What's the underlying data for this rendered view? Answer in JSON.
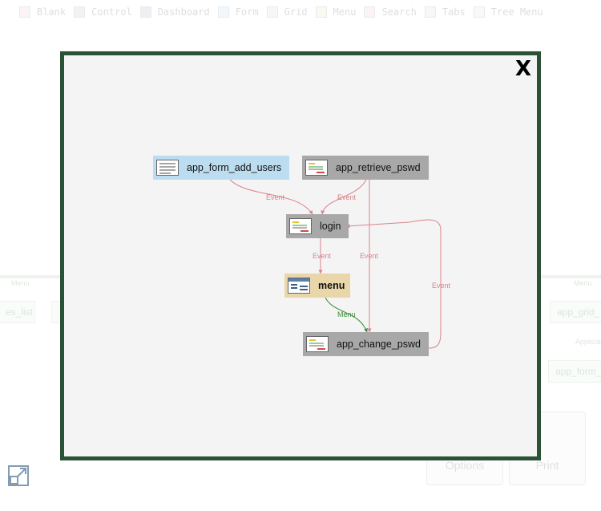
{
  "legend": [
    {
      "label": "Blank",
      "color": "#f2b6c6"
    },
    {
      "label": "Control",
      "color": "#b0b0b0"
    },
    {
      "label": "Dashboard",
      "color": "#9aa0b4"
    },
    {
      "label": "Form",
      "color": "#b4d4ee"
    },
    {
      "label": "Grid",
      "color": "#bfe0b8"
    },
    {
      "label": "Menu",
      "color": "#efd9b0"
    },
    {
      "label": "Search",
      "color": "#f2b6c6"
    },
    {
      "label": "Tabs",
      "color": "#d0d0d0"
    },
    {
      "label": "Tree Menu",
      "color": "#d8e6c8"
    }
  ],
  "background": {
    "left_node": "es_list",
    "right_node_1": "app_grid_",
    "right_node_2": "app_form_",
    "tag_menu_left": "Menu",
    "tag_menu_right": "Menu",
    "tag_application": "Application",
    "options_button": "Options",
    "print_button": "Print"
  },
  "modal": {
    "close_label": "X",
    "nodes": {
      "form_add_users": {
        "label": "app_form_add_users",
        "type": "Form",
        "icon": "form-icon"
      },
      "retrieve_pswd": {
        "label": "app_retrieve_pswd",
        "type": "Control",
        "icon": "control-icon"
      },
      "login": {
        "label": "login",
        "type": "Control",
        "icon": "control-icon"
      },
      "menu": {
        "label": "menu",
        "type": "Menu",
        "icon": "menu-icon"
      },
      "change_pswd": {
        "label": "app_change_pswd",
        "type": "Control",
        "icon": "control-icon"
      }
    },
    "edges": [
      {
        "from": "app_form_add_users",
        "to": "login",
        "label": "Event",
        "color": "#d9848c"
      },
      {
        "from": "app_retrieve_pswd",
        "to": "login",
        "label": "Event",
        "color": "#d9848c"
      },
      {
        "from": "login",
        "to": "menu",
        "label": "Event",
        "color": "#d9848c"
      },
      {
        "from": "app_retrieve_pswd",
        "to": "app_change_pswd",
        "label": "Event",
        "color": "#d9848c"
      },
      {
        "from": "app_change_pswd",
        "to": "login",
        "label": "Event",
        "color": "#d9848c"
      },
      {
        "from": "menu",
        "to": "app_change_pswd",
        "label": "Menu",
        "color": "#3d8a3d"
      }
    ]
  }
}
